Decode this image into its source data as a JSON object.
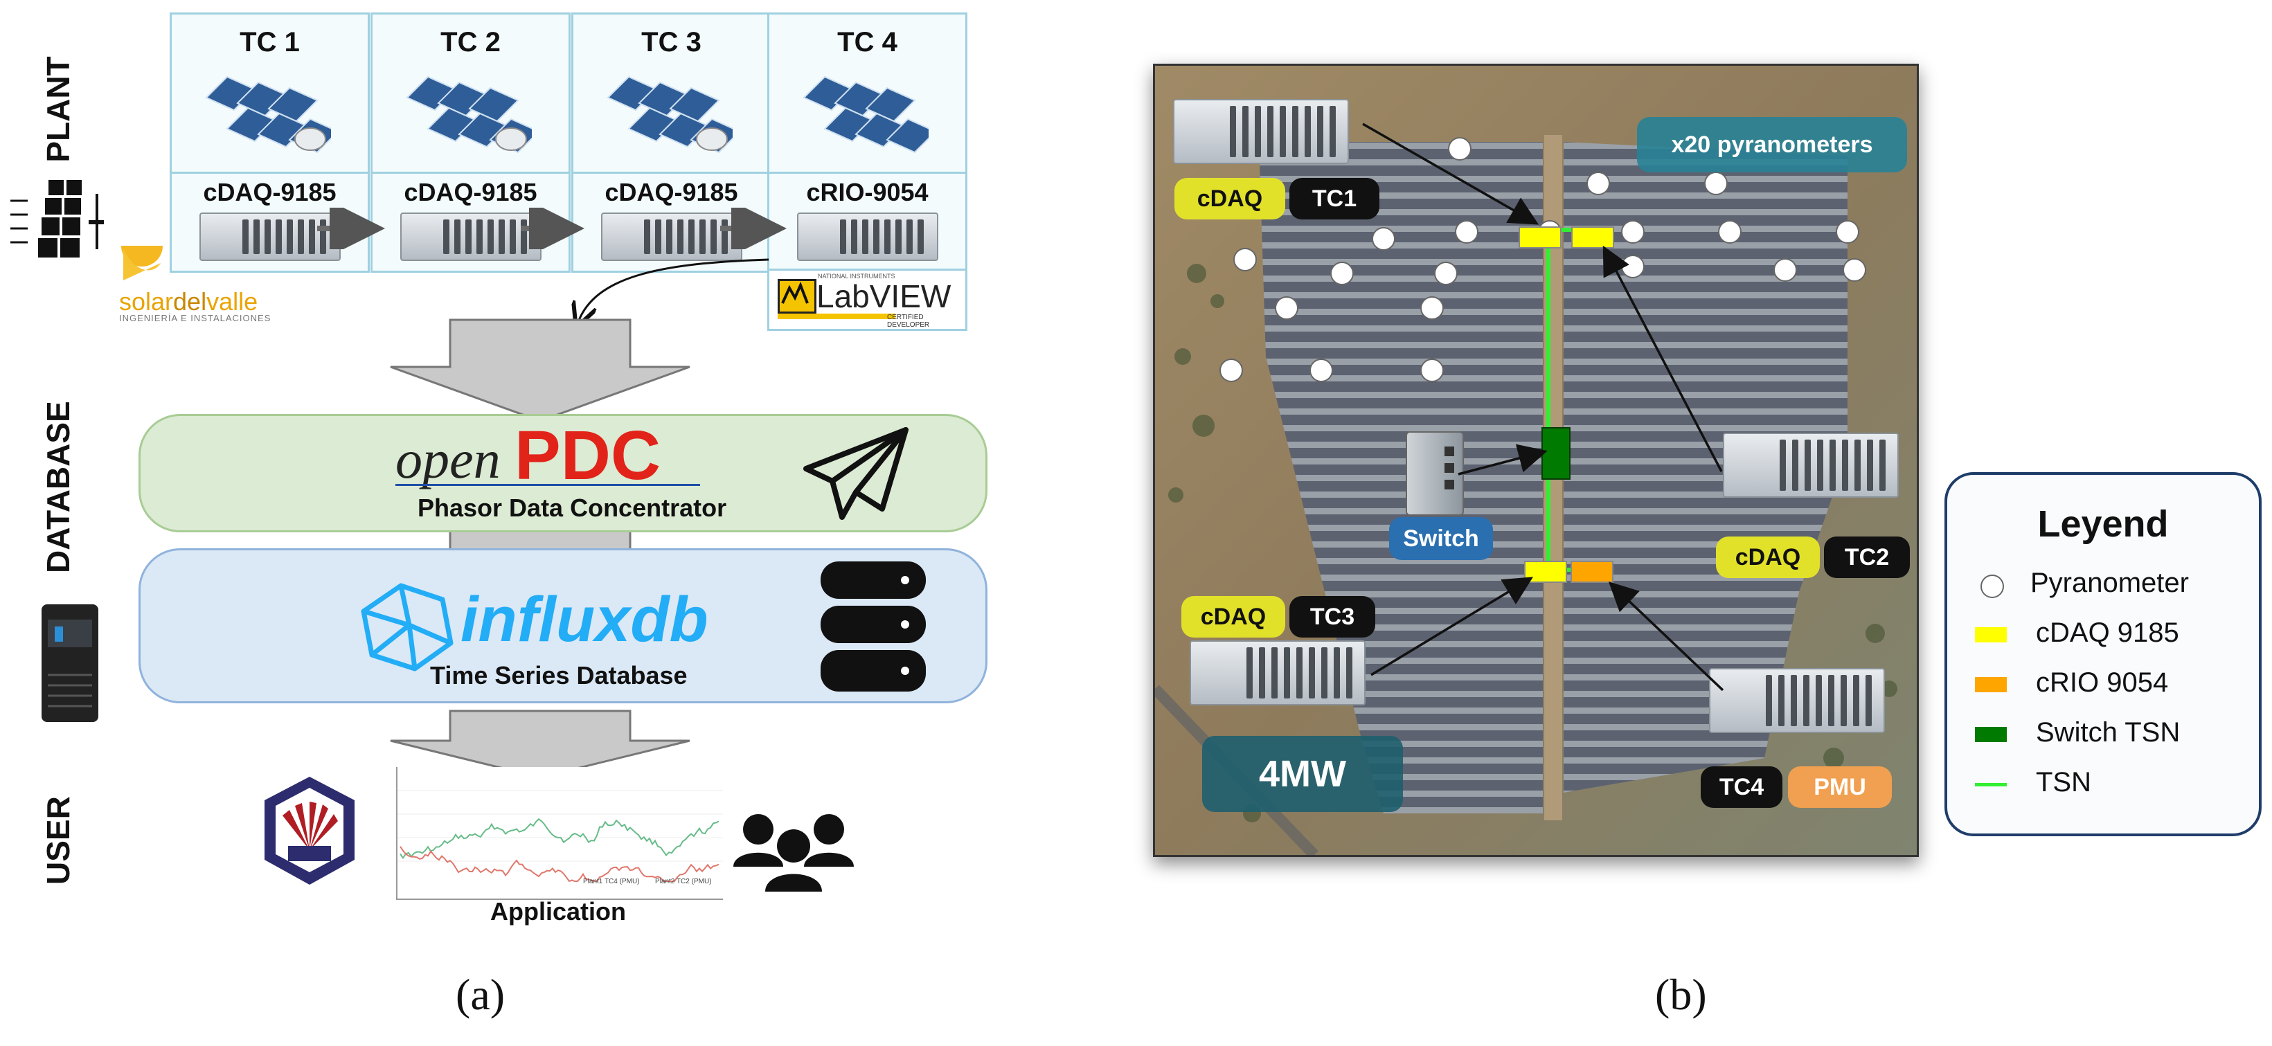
{
  "panel_a": {
    "side_labels": {
      "plant": "PLANT",
      "database": "DATABASE",
      "user": "USER"
    },
    "plants": [
      {
        "title": "TC 1",
        "device": "cDAQ-9185"
      },
      {
        "title": "TC 2",
        "device": "cDAQ-9185"
      },
      {
        "title": "TC 3",
        "device": "cDAQ-9185"
      },
      {
        "title": "TC 4",
        "device": "cRIO-9054"
      }
    ],
    "company": {
      "name_light": "solar",
      "name_bold": "del",
      "name_light2": "valle",
      "tagline": "INGENIERÍA E INSTALACIONES"
    },
    "labview": {
      "top_text": "NATIONAL INSTRUMENTS",
      "name": "LabVIEW",
      "sub": "CERTIFIED DEVELOPER"
    },
    "openpdc": {
      "open": "open",
      "pdc": "PDC",
      "subtitle": "Phasor Data Concentrator"
    },
    "influx": {
      "name": "influxdb",
      "subtitle": "Time Series Database"
    },
    "application_label": "Application",
    "chart_legend": [
      "Plant1 TC4 (PMU)",
      "Plant2 TC2 (PMU)"
    ],
    "colors": {
      "openpdc_bg": "#dcebd3",
      "influx_bg": "#dbe8f6",
      "pdc_red": "#e2231a",
      "influx_blue": "#22adf6"
    }
  },
  "panel_b": {
    "badge_pyranometers": "x20 pyranometers",
    "badge_power": "4MW",
    "switch_label": "Switch",
    "tags": [
      {
        "id": "tc1",
        "kind": "cDAQ",
        "tc": "TC1"
      },
      {
        "id": "tc2",
        "kind": "cDAQ",
        "tc": "TC2"
      },
      {
        "id": "tc3",
        "kind": "cDAQ",
        "tc": "TC3"
      },
      {
        "id": "tc4",
        "kind": "TC4",
        "tc": "PMU"
      }
    ],
    "legend": {
      "title": "Leyend",
      "items": [
        {
          "label": "Pyranometer",
          "symbol": "circle",
          "color": "#ffffff"
        },
        {
          "label": "cDAQ 9185",
          "symbol": "rect",
          "color": "#ffff00"
        },
        {
          "label": "cRIO 9054",
          "symbol": "rect",
          "color": "#ffa500"
        },
        {
          "label": "Switch TSN",
          "symbol": "rect",
          "color": "#007a00"
        },
        {
          "label": "TSN",
          "symbol": "line",
          "color": "#33ee33"
        }
      ]
    }
  },
  "captions": {
    "a": "(a)",
    "b": "(b)"
  }
}
